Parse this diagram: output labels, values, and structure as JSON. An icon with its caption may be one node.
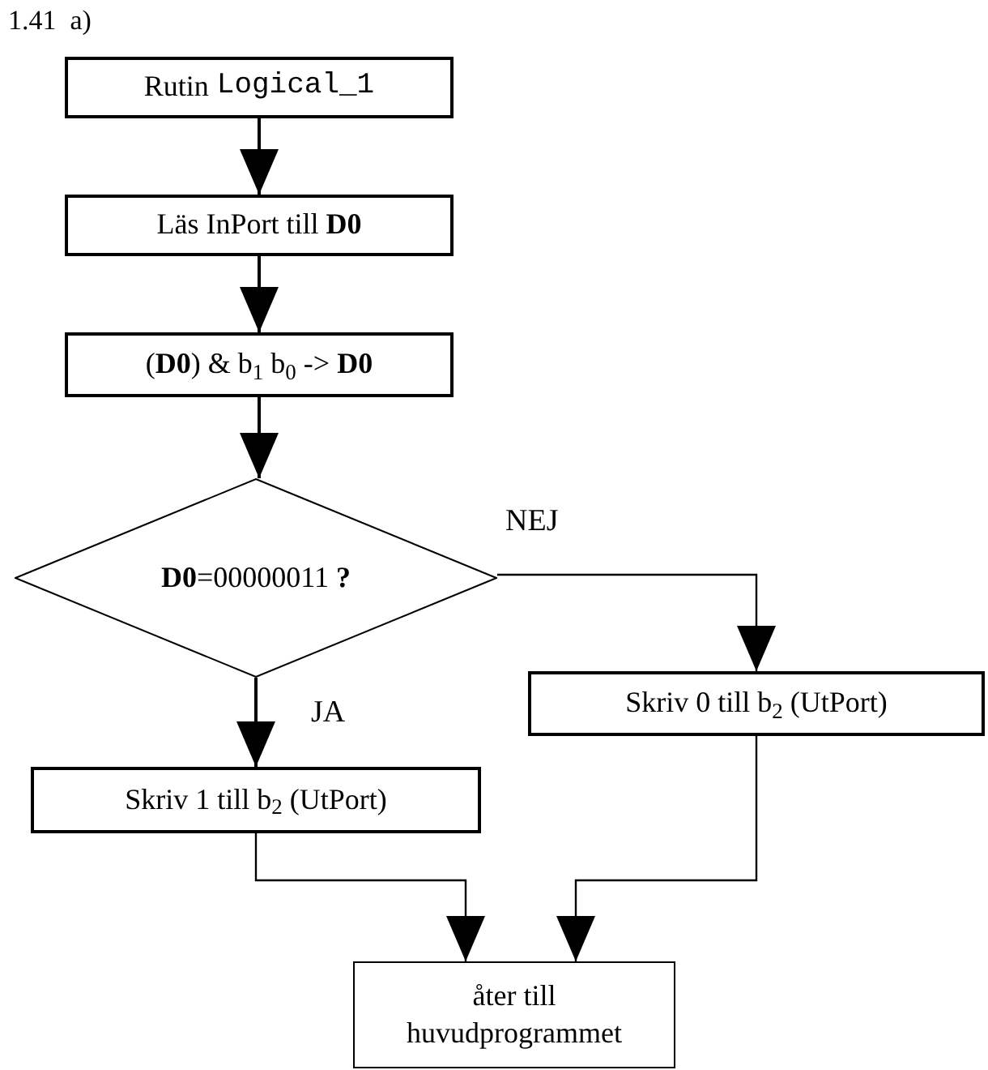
{
  "diagram": {
    "title": "1.41  a)",
    "nodes": [
      {
        "text": [
          "Rutin",
          "Logical_1"
        ]
      },
      {
        "text": [
          "Läs InPort till **D0**"
        ]
      },
      {
        "text": [
          "(**D0**) & b$_{1}$ b$_{0}$ -> **D0**"
        ]
      },
      {
        "text": [
          "**D0**=00000011 **?**"
        ]
      },
      {
        "text": [
          "Skriv 0 till b$_{2}$ (UtPort)"
        ]
      },
      {
        "text": [
          "Skriv 1 till b$_{2}$ (UtPort)"
        ]
      },
      {
        "text": [
          "åter till huvudprogrammet"
        ]
      }
    ],
    "edges": [
      {
        "from": 0,
        "to": 1,
        "arrow": "to"
      },
      {
        "from": 1,
        "to": 2,
        "arrow": "to"
      },
      {
        "from": 2,
        "to": 3,
        "arrow": "to"
      },
      {
        "from": 3,
        "to": 4,
        "arrow": "to",
        "label": "NEJ"
      },
      {
        "from": 3,
        "to": 5,
        "arrow": "to",
        "label": "JA"
      },
      {
        "from": 5,
        "to": 6,
        "arrow": "to"
      },
      {
        "from": 4,
        "to": 6,
        "arrow": "to"
      }
    ]
  }
}
